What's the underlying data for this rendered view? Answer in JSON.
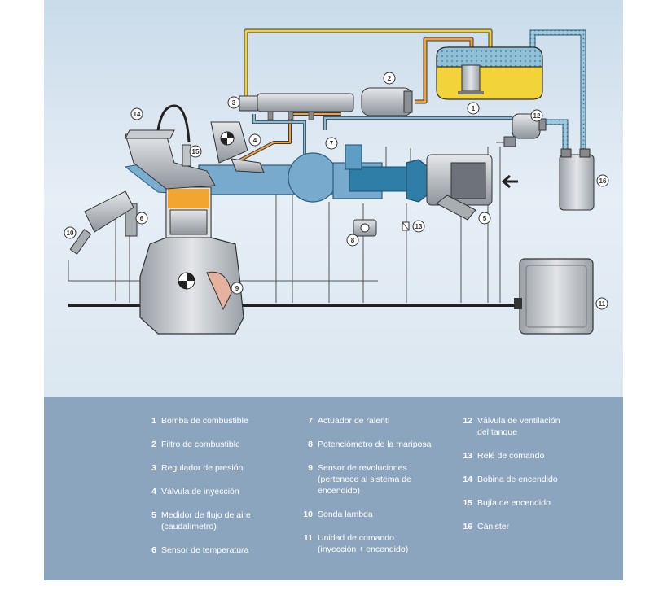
{
  "callouts": [
    {
      "n": "1"
    },
    {
      "n": "2"
    },
    {
      "n": "3"
    },
    {
      "n": "4"
    },
    {
      "n": "5"
    },
    {
      "n": "6"
    },
    {
      "n": "7"
    },
    {
      "n": "8"
    },
    {
      "n": "9"
    },
    {
      "n": "10"
    },
    {
      "n": "11"
    },
    {
      "n": "12"
    },
    {
      "n": "13"
    },
    {
      "n": "14"
    },
    {
      "n": "15"
    },
    {
      "n": "16"
    }
  ],
  "legend": {
    "columns": [
      [
        {
          "n": "1",
          "text": "Bomba de combustible"
        },
        {
          "n": "2",
          "text": "Filtro de combustible"
        },
        {
          "n": "3",
          "text": "Regulador de presión"
        },
        {
          "n": "4",
          "text": "Válvula de inyección"
        },
        {
          "n": "5",
          "text": "Medidor de flujo de aire\n(caudalímetro)"
        },
        {
          "n": "6",
          "text": "Sensor de temperatura"
        }
      ],
      [
        {
          "n": "7",
          "text": "Actuador de ralentí"
        },
        {
          "n": "8",
          "text": "Potenciómetro de la mariposa"
        },
        {
          "n": "9",
          "text": "Sensor de revoluciones\n(pertenece al sistema de\nencendido)"
        },
        {
          "n": "10",
          "text": "Sonda lambda"
        },
        {
          "n": "11",
          "text": "Unidad de comando\n(inyección + encendido)"
        }
      ],
      [
        {
          "n": "12",
          "text": "Válvula de ventilación\ndel tanque"
        },
        {
          "n": "13",
          "text": "Relé de comando"
        },
        {
          "n": "14",
          "text": "Bobina de encendido"
        },
        {
          "n": "15",
          "text": "Bujía de encendido"
        },
        {
          "n": "16",
          "text": "Cánister"
        }
      ]
    ]
  },
  "colors": {
    "background_top": "#dde8f2",
    "legend_bg": "#8ba5be",
    "fuel_yellow": "#f0d23c",
    "intake_blue": "#78aacd",
    "duct_dark_blue": "#2f7ea8",
    "combustion_orange": "#f2a531",
    "metal_gray": "#c8cbcf"
  }
}
